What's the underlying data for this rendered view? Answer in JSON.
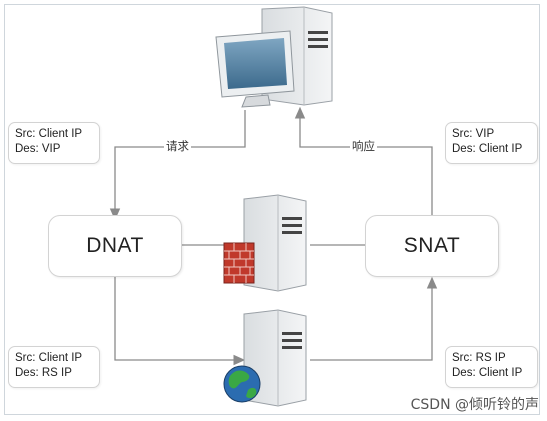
{
  "nodes": {
    "dnat": "DNAT",
    "snat": "SNAT"
  },
  "labels": {
    "request": "请求",
    "response": "响应"
  },
  "notes": {
    "top_left": [
      "Src: Client IP",
      "Des: VIP"
    ],
    "top_right": [
      "Src: VIP",
      "Des: Client IP"
    ],
    "bottom_left": [
      "Src: Client IP",
      "Des: RS IP"
    ],
    "bottom_right": [
      "Src: RS IP",
      "Des: Client IP"
    ]
  },
  "icons": {
    "client": "desktop-computer-icon",
    "director": "server-with-firewall-icon",
    "real_server": "server-with-globe-icon"
  },
  "watermark": "CSDN @倾听铃的声",
  "colors": {
    "line": "#8a8a8a",
    "box_border": "#d3d3d3",
    "firewall": "#c0392b",
    "globe_water": "#2b6cb0",
    "globe_land": "#3aa845"
  }
}
